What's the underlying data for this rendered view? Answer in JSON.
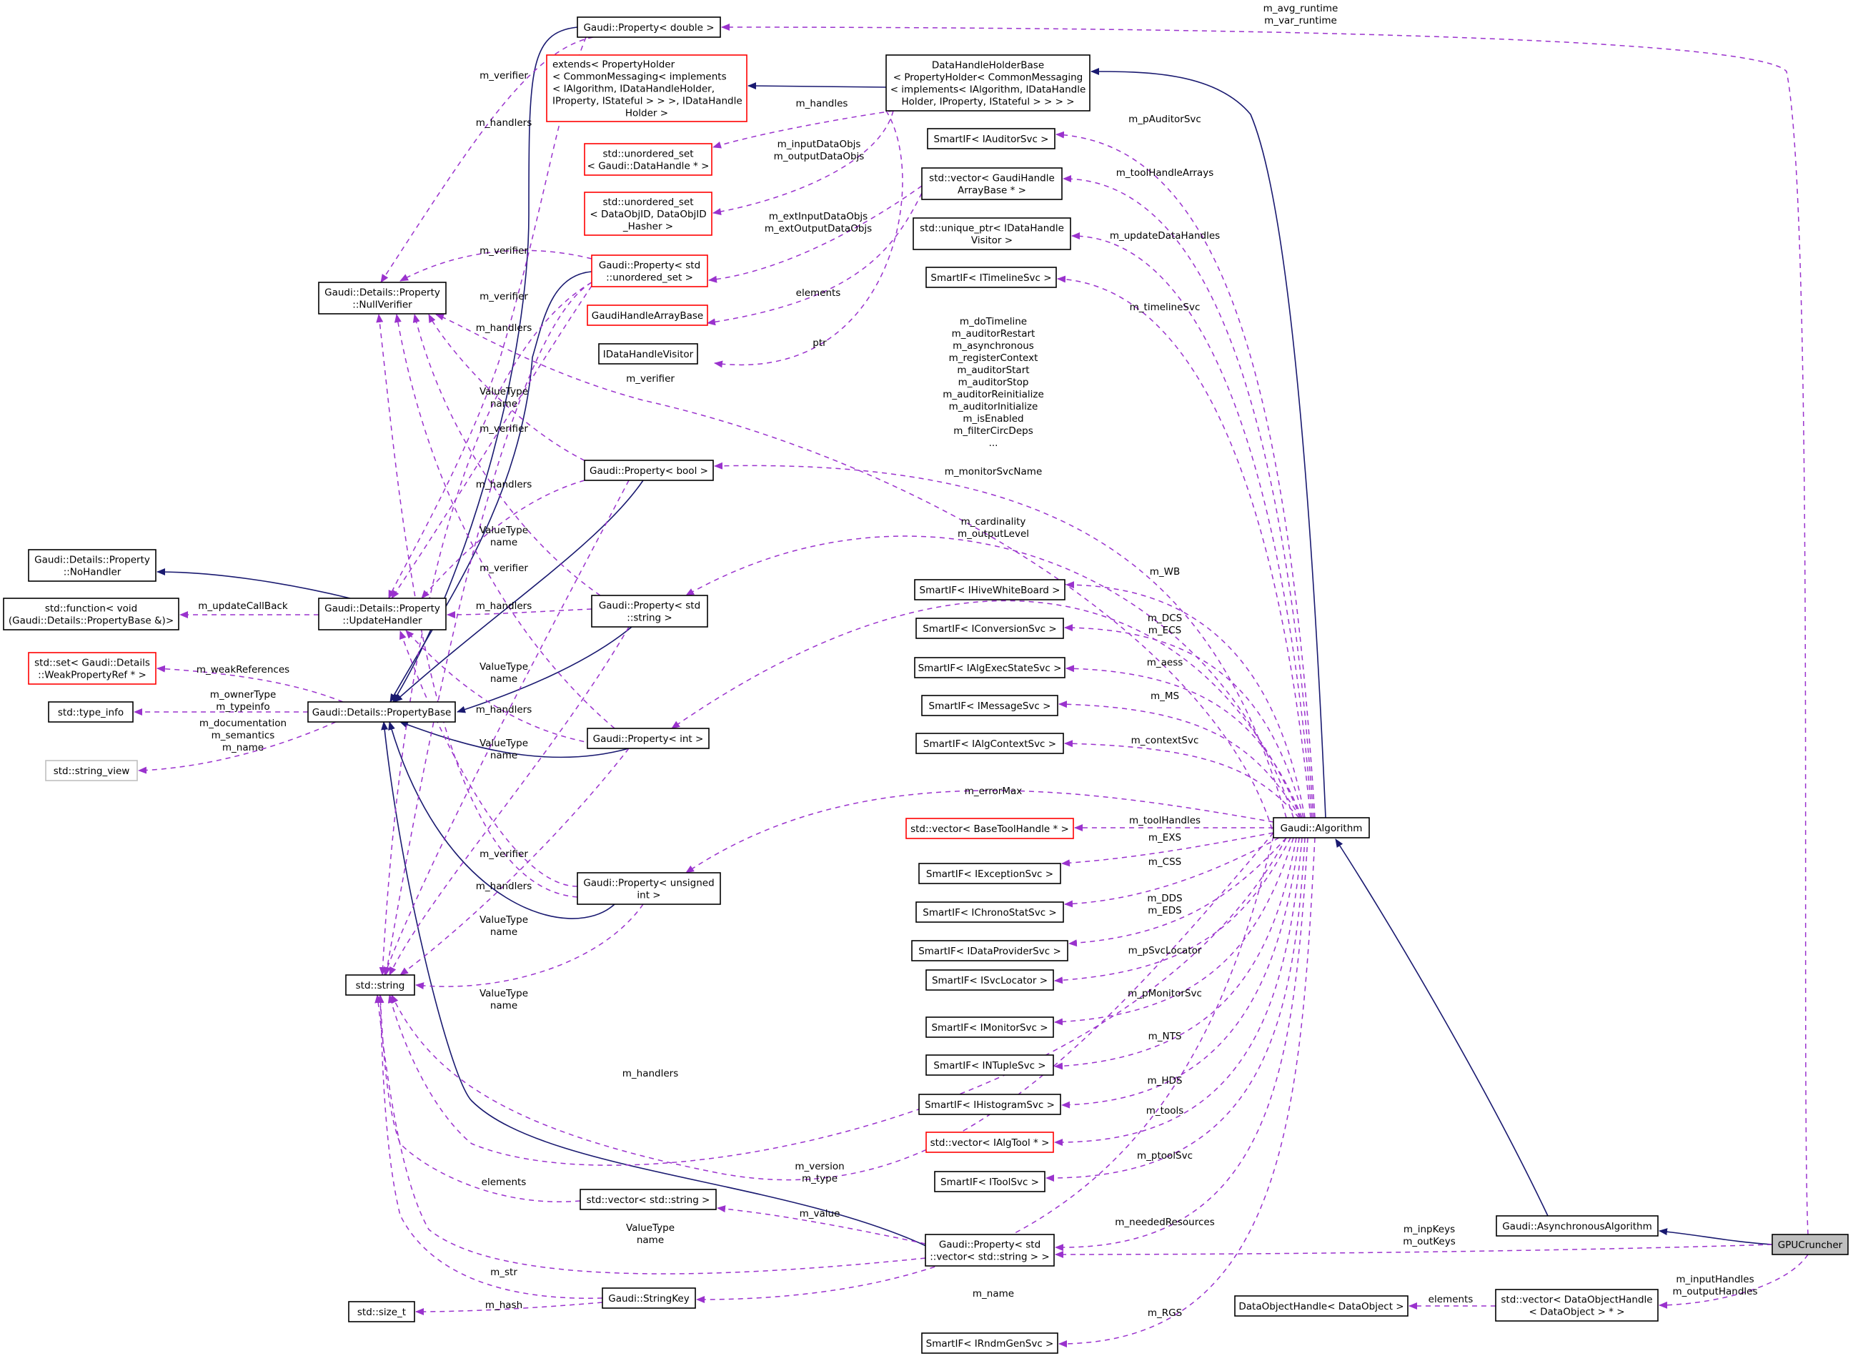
{
  "colors": {
    "usage_edge": "#9a32cd",
    "inheritance_edge": "#191970",
    "missing_doc_border": "#ff0000",
    "external_border": "#bfbfbf",
    "highlight_fill": "#bfbfbf"
  },
  "nodes": {
    "prop_double": {
      "lines": [
        "Gaudi::Property< double >"
      ]
    },
    "extends_holder": {
      "lines": [
        "extends< PropertyHolder",
        "< CommonMessaging< implements",
        "< IAlgorithm, IDataHandleHolder,",
        "IProperty, IStateful > > >, IDataHandle",
        "Holder >"
      ],
      "style": "red"
    },
    "dhh_base": {
      "lines": [
        "DataHandleHolderBase",
        "< PropertyHolder< CommonMessaging",
        "< implements< IAlgorithm, IDataHandle",
        "Holder, IProperty, IStateful > > > >"
      ]
    },
    "uset_datahandle": {
      "lines": [
        "std::unordered_set",
        "< Gaudi::DataHandle * >"
      ],
      "style": "red"
    },
    "uset_dataobjid": {
      "lines": [
        "std::unordered_set",
        "< DataObjID, DataObjID",
        "_Hasher >"
      ],
      "style": "red"
    },
    "prop_uset": {
      "lines": [
        "Gaudi::Property< std",
        "::unordered_set >"
      ],
      "style": "red"
    },
    "ghab": {
      "lines": [
        "GaudiHandleArrayBase"
      ],
      "style": "red"
    },
    "idhv": {
      "lines": [
        "IDataHandleVisitor"
      ]
    },
    "null_verifier": {
      "lines": [
        "Gaudi::Details::Property",
        "::NullVerifier"
      ]
    },
    "no_handler": {
      "lines": [
        "Gaudi::Details::Property",
        "::NoHandler"
      ]
    },
    "std_function": {
      "lines": [
        "std::function< void",
        "(Gaudi::Details::PropertyBase &)>"
      ]
    },
    "update_handler": {
      "lines": [
        "Gaudi::Details::Property",
        "::UpdateHandler"
      ]
    },
    "std_set_weak": {
      "lines": [
        "std::set< Gaudi::Details",
        "::WeakPropertyRef * >"
      ],
      "style": "red"
    },
    "type_info": {
      "lines": [
        "std::type_info"
      ]
    },
    "string_view": {
      "lines": [
        "std::string_view"
      ],
      "style": "gray"
    },
    "property_base": {
      "lines": [
        "Gaudi::Details::PropertyBase"
      ]
    },
    "prop_bool": {
      "lines": [
        "Gaudi::Property< bool >"
      ]
    },
    "prop_string": {
      "lines": [
        "Gaudi::Property< std",
        "::string >"
      ]
    },
    "prop_int": {
      "lines": [
        "Gaudi::Property< int >"
      ]
    },
    "prop_unsigned": {
      "lines": [
        "Gaudi::Property< unsigned",
        "int >"
      ]
    },
    "std_string": {
      "lines": [
        "std::string"
      ]
    },
    "vec_string": {
      "lines": [
        "std::vector< std::string >"
      ]
    },
    "string_key": {
      "lines": [
        "Gaudi::StringKey"
      ]
    },
    "size_t": {
      "lines": [
        "std::size_t"
      ]
    },
    "prop_vec_string": {
      "lines": [
        "Gaudi::Property< std",
        "::vector< std::string > >"
      ]
    },
    "auditor_svc": {
      "lines": [
        "SmartIF< IAuditorSvc >"
      ]
    },
    "vec_ghab": {
      "lines": [
        "std::vector< GaudiHandle",
        "ArrayBase * >"
      ]
    },
    "uptr_idhv": {
      "lines": [
        "std::unique_ptr< IDataHandle",
        "Visitor >"
      ]
    },
    "timeline_svc": {
      "lines": [
        "SmartIF< ITimelineSvc >"
      ]
    },
    "hive_wb": {
      "lines": [
        "SmartIF< IHiveWhiteBoard >"
      ]
    },
    "conv_svc": {
      "lines": [
        "SmartIF< IConversionSvc >"
      ]
    },
    "algexec_svc": {
      "lines": [
        "SmartIF< IAlgExecStateSvc >"
      ]
    },
    "msg_svc": {
      "lines": [
        "SmartIF< IMessageSvc >"
      ]
    },
    "algctx_svc": {
      "lines": [
        "SmartIF< IAlgContextSvc >"
      ]
    },
    "vec_btoolhandle": {
      "lines": [
        "std::vector< BaseToolHandle * >"
      ],
      "style": "red"
    },
    "exc_svc": {
      "lines": [
        "SmartIF< IExceptionSvc >"
      ]
    },
    "chrono_svc": {
      "lines": [
        "SmartIF< IChronoStatSvc >"
      ]
    },
    "dataprov_svc": {
      "lines": [
        "SmartIF< IDataProviderSvc >"
      ]
    },
    "svcloc": {
      "lines": [
        "SmartIF< ISvcLocator >"
      ]
    },
    "monitor_svc": {
      "lines": [
        "SmartIF< IMonitorSvc >"
      ]
    },
    "ntuple_svc": {
      "lines": [
        "SmartIF< INTupleSvc >"
      ]
    },
    "histo_svc": {
      "lines": [
        "SmartIF< IHistogramSvc >"
      ]
    },
    "vec_algtool": {
      "lines": [
        "std::vector< IAlgTool * >"
      ],
      "style": "red"
    },
    "tool_svc": {
      "lines": [
        "SmartIF< IToolSvc >"
      ]
    },
    "rndm_svc": {
      "lines": [
        "SmartIF< IRndmGenSvc >"
      ]
    },
    "algorithm": {
      "lines": [
        "Gaudi::Algorithm"
      ]
    },
    "async_algorithm": {
      "lines": [
        "Gaudi::AsynchronousAlgorithm"
      ]
    },
    "gpucruncher": {
      "lines": [
        "GPUCruncher"
      ],
      "style": "hl"
    },
    "doh_dataobject": {
      "lines": [
        "DataObjectHandle< DataObject >"
      ]
    },
    "vec_doh": {
      "lines": [
        "std::vector< DataObjectHandle",
        "< DataObject > * >"
      ]
    }
  },
  "edge_labels": {
    "avg_runtime": [
      "m_avg_runtime",
      "m_var_runtime"
    ],
    "handles": [
      "m_handles"
    ],
    "io_dataobjs": [
      "m_inputDataObjs",
      "m_outputDataObjs"
    ],
    "ext_io_dataobjs": [
      "m_extInputDataObjs",
      "m_extOutputDataObjs"
    ],
    "elements_ghab": [
      "elements"
    ],
    "ptr": [
      "ptr"
    ],
    "verifier_top": [
      "m_verifier"
    ],
    "handlers_top": [
      "m_handlers"
    ],
    "verifier_uset": [
      "m_verifier"
    ],
    "verifier_b": [
      "m_verifier"
    ],
    "handlers_b": [
      "m_handlers"
    ],
    "verifier_far": [
      "m_verifier"
    ],
    "vt_uset": [
      "ValueType",
      "name"
    ],
    "verifier_bool": [
      "m_verifier"
    ],
    "handlers_bool": [
      "m_handlers"
    ],
    "vt_bool": [
      "ValueType",
      "name"
    ],
    "verifier_str": [
      "m_verifier"
    ],
    "handlers_str": [
      "m_handlers"
    ],
    "vt_str": [
      "ValueType",
      "name"
    ],
    "handlers_int": [
      "m_handlers"
    ],
    "vt_int": [
      "ValueType",
      "name"
    ],
    "value_int": [
      "m_value"
    ],
    "verifier_uns": [
      "m_verifier"
    ],
    "handlers_uns": [
      "m_handlers"
    ],
    "vt_uns": [
      "ValueType",
      "name"
    ],
    "vt_uns2": [
      "ValueType",
      "name"
    ],
    "update_callback": [
      "m_updateCallBack"
    ],
    "weak_refs": [
      "m_weakReferences"
    ],
    "owner_type": [
      "m_ownerType",
      "m_typeinfo"
    ],
    "documentation": [
      "m_documentation",
      "m_semantics",
      "m_name"
    ],
    "handlers_long": [
      "m_handlers"
    ],
    "elements_vec": [
      "elements"
    ],
    "version_type": [
      "m_version",
      "m_type"
    ],
    "value_vec": [
      "m_value"
    ],
    "vt_vec": [
      "ValueType",
      "name"
    ],
    "str_key": [
      "m_str"
    ],
    "hash": [
      "m_hash"
    ],
    "name_key": [
      "m_name"
    ],
    "bool_props": [
      "m_doTimeline",
      "m_auditorRestart",
      "m_asynchronous",
      "m_registerContext",
      "m_auditorStart",
      "m_auditorStop",
      "m_auditorReinitialize",
      "m_auditorInitialize",
      "m_isEnabled",
      "m_filterCircDeps",
      "..."
    ],
    "monitor_svc_name": [
      "m_monitorSvcName"
    ],
    "cardinality": [
      "m_cardinality",
      "m_outputLevel"
    ],
    "error_max": [
      "m_errorMax"
    ],
    "p_auditor": [
      "m_pAuditorSvc"
    ],
    "tool_handle_arrays": [
      "m_toolHandleArrays"
    ],
    "update_data_handles": [
      "m_updateDataHandles"
    ],
    "timeline": [
      "m_timelineSvc"
    ],
    "wb": [
      "m_WB"
    ],
    "dcs": [
      "m_DCS",
      "m_ECS"
    ],
    "aess": [
      "m_aess"
    ],
    "ms": [
      "m_MS"
    ],
    "context_svc": [
      "m_contextSvc"
    ],
    "tool_handles": [
      "m_toolHandles"
    ],
    "exs": [
      "m_EXS"
    ],
    "css": [
      "m_CSS"
    ],
    "dds": [
      "m_DDS",
      "m_EDS"
    ],
    "svc_locator": [
      "m_pSvcLocator"
    ],
    "p_monitor": [
      "m_pMonitorSvc"
    ],
    "nts": [
      "m_NTS"
    ],
    "hds": [
      "m_HDS"
    ],
    "tools": [
      "m_tools"
    ],
    "ptool": [
      "m_ptoolSvc"
    ],
    "needed_res": [
      "m_neededResources"
    ],
    "rgs": [
      "m_RGS"
    ],
    "inp_keys": [
      "m_inpKeys",
      "m_outKeys"
    ],
    "elements_doh": [
      "elements"
    ],
    "input_handles": [
      "m_inputHandles",
      "m_outputHandles"
    ]
  }
}
